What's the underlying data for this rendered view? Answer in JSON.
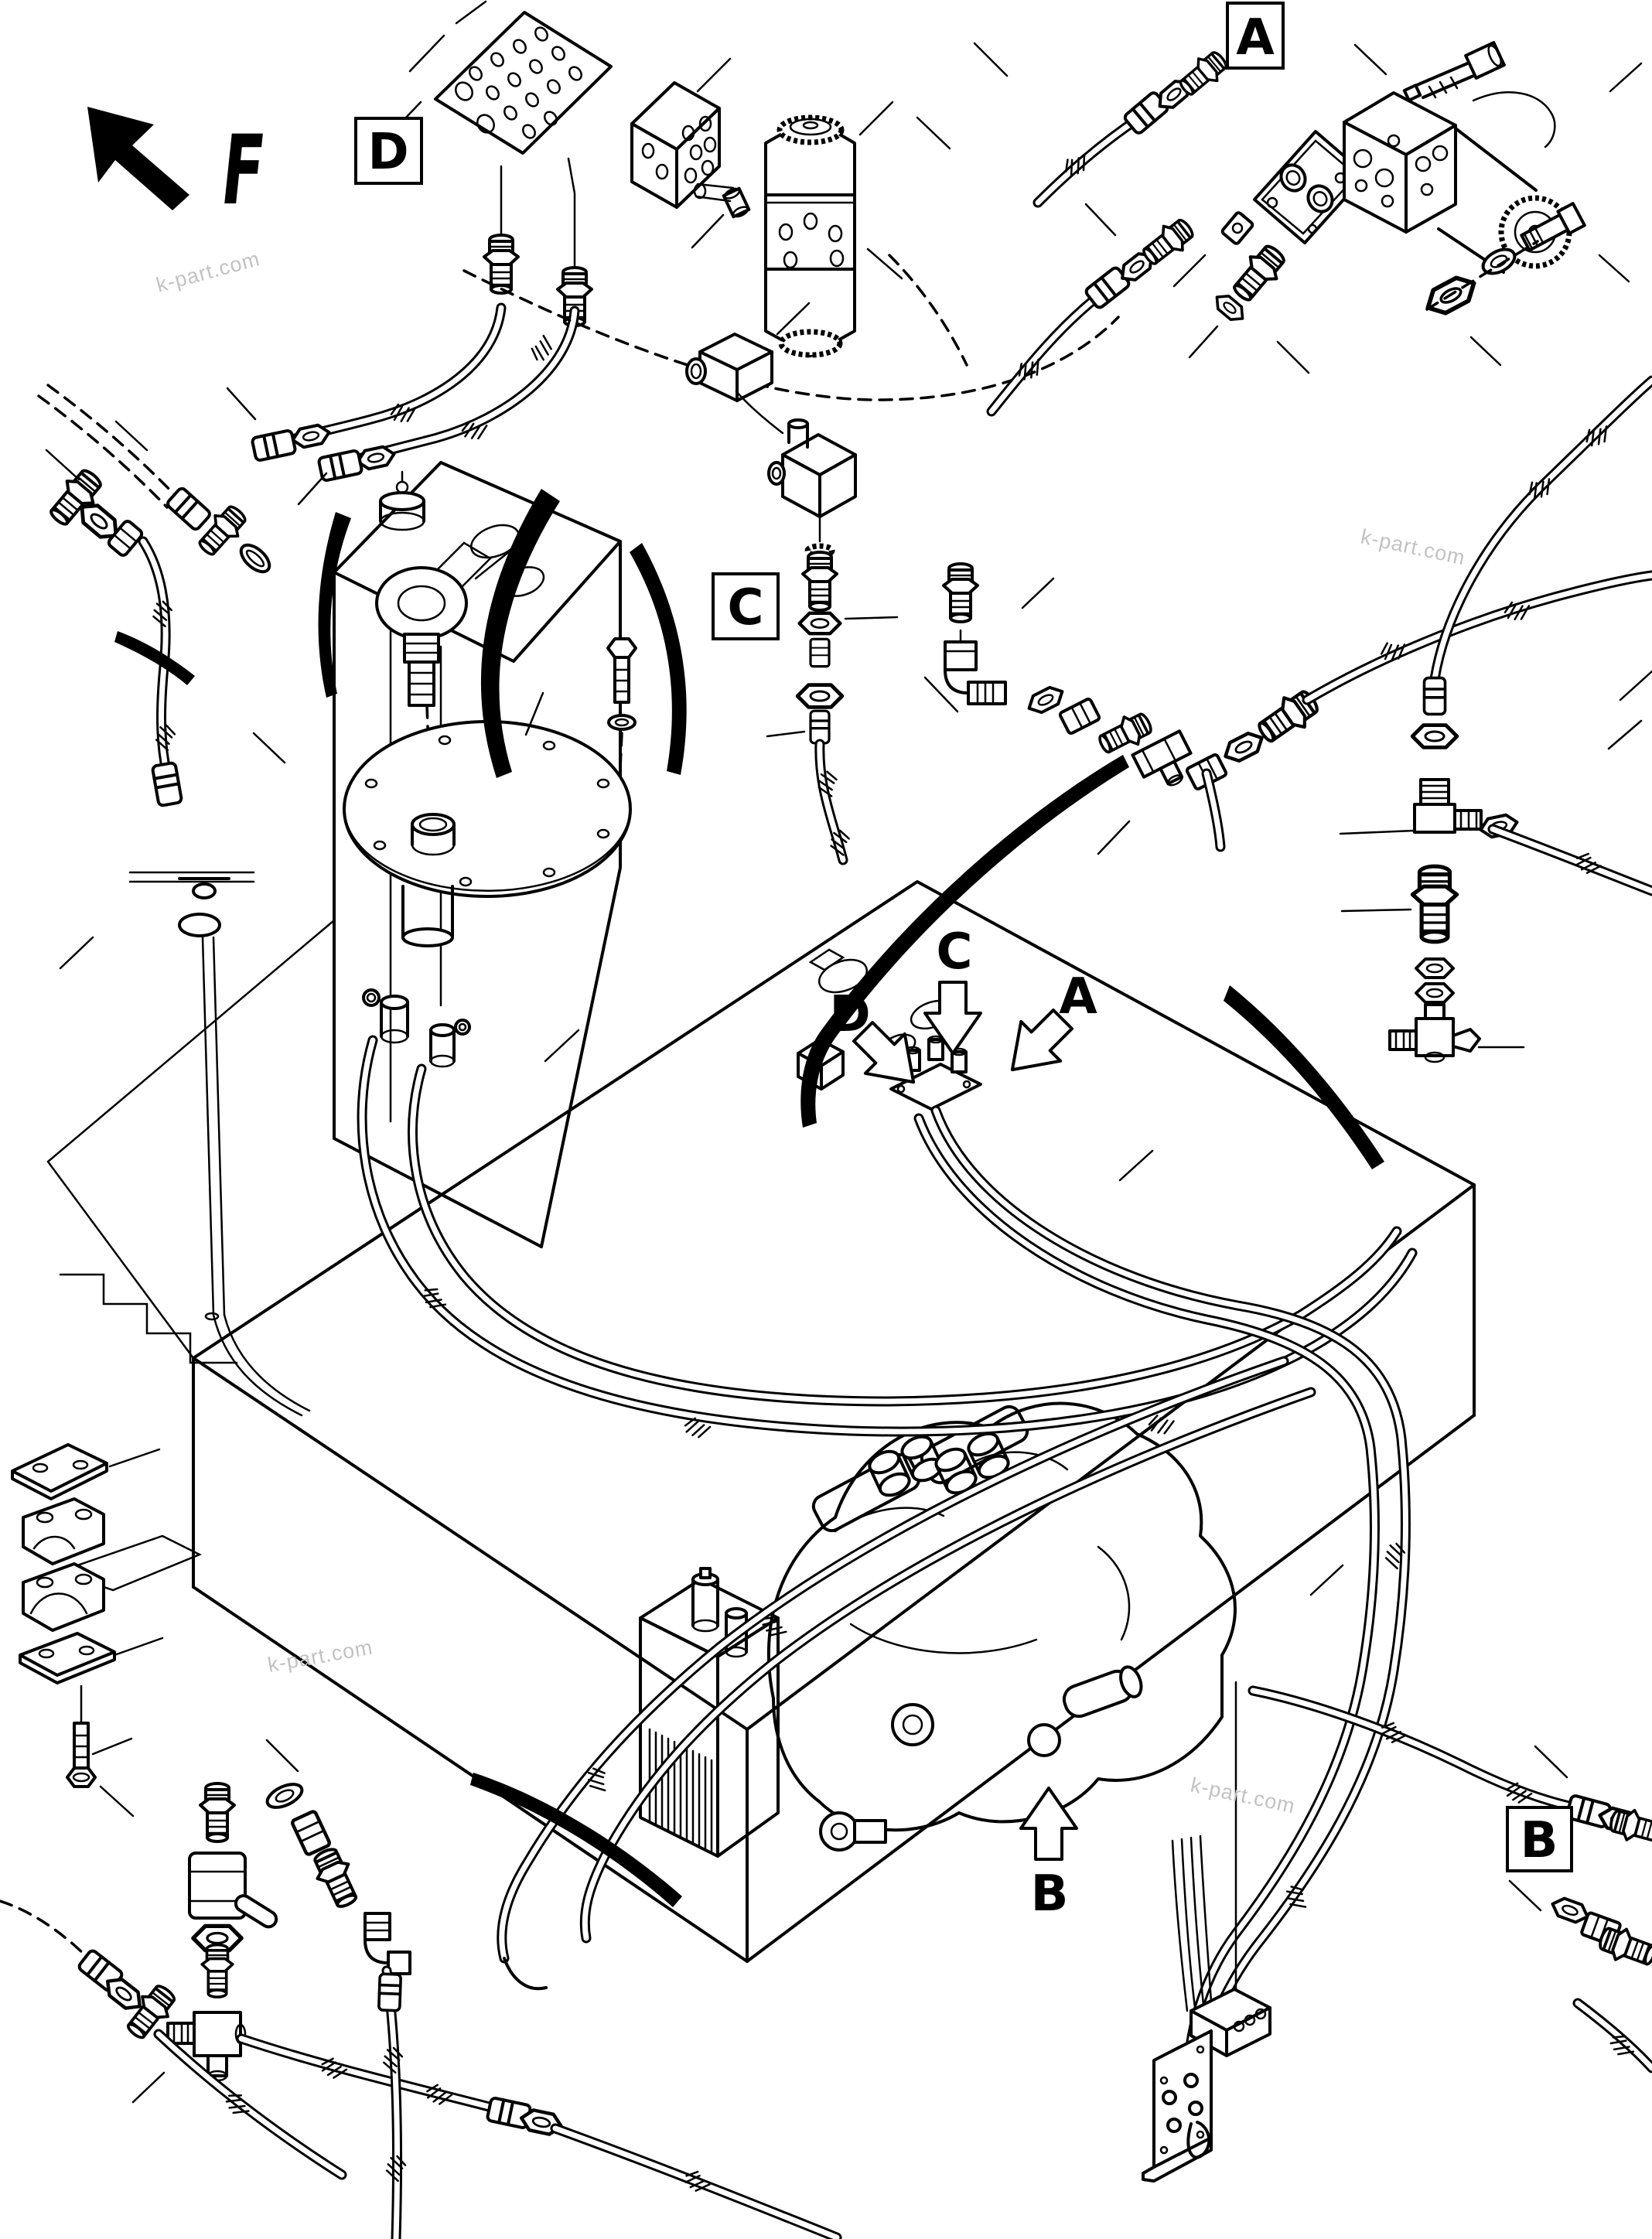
{
  "diagram": {
    "view_arrow": {
      "letter": "F"
    },
    "section_boxes": [
      {
        "label": "D"
      },
      {
        "label": "A"
      },
      {
        "label": "C"
      },
      {
        "label": "B"
      }
    ],
    "location_arrows": [
      {
        "label": "C"
      },
      {
        "label": "A"
      },
      {
        "label": "D"
      },
      {
        "label": "B"
      }
    ],
    "watermark": {
      "text": "k-part.com",
      "color": "#c2c2c2"
    },
    "colors": {
      "line": "#000000",
      "background": "#ffffff"
    }
  }
}
